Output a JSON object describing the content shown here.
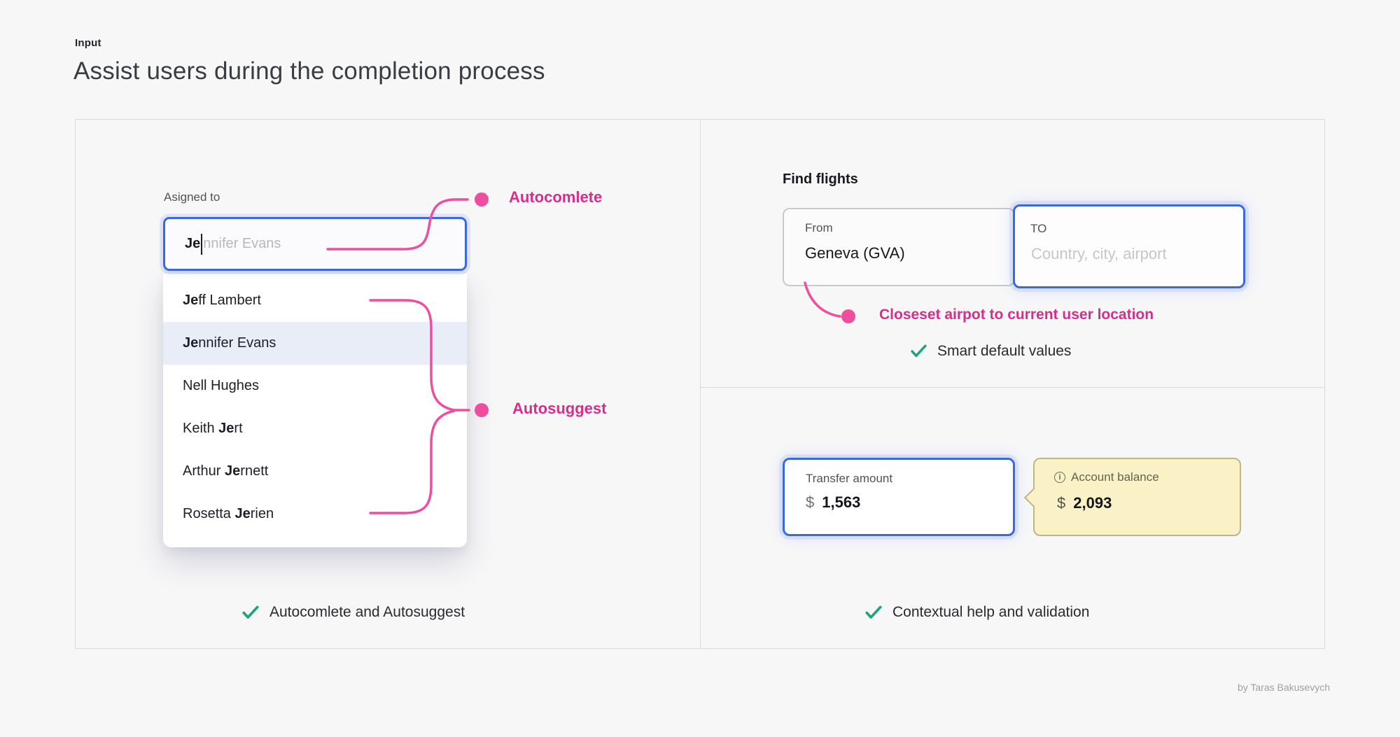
{
  "page": {
    "eyebrow": "Input",
    "title": "Assist users during the completion process",
    "credit": "by Taras Bakusevych"
  },
  "colors": {
    "accent_pink_line": "#EF4D9E",
    "accent_pink_text": "#D72E8D",
    "accent_blue": "#3B68DA",
    "check_teal": "#1EA47D",
    "tooltip_bg": "#FAF2C6",
    "tooltip_border": "#BCB689",
    "highlight_row_bg": "#E9EDF8"
  },
  "assignee": {
    "label": "Asigned to",
    "typed": "Je",
    "suggestion": "nnifer Evans",
    "annotation_autocomplete": "Autocomlete",
    "annotation_autosuggest": "Autosuggest",
    "dropdown": [
      {
        "pre": "",
        "bold": "Je",
        "post": "ff Lambert"
      },
      {
        "pre": "",
        "bold": "Je",
        "post": "nnifer Evans"
      },
      {
        "pre": "Nell Hughes",
        "bold": "",
        "post": ""
      },
      {
        "pre": "Keith ",
        "bold": "Je",
        "post": "rt"
      },
      {
        "pre": "Arthur ",
        "bold": "Je",
        "post": "rnett"
      },
      {
        "pre": "Rosetta ",
        "bold": "Je",
        "post": "rien"
      }
    ],
    "check_caption": "Autocomlete and Autosuggest"
  },
  "flights": {
    "heading": "Find flights",
    "from_label": "From",
    "from_value": "Geneva (GVA)",
    "to_label": "TO",
    "to_placeholder": "Country, city, airport",
    "annotation": "Closeset airpot to current user location",
    "check_caption": "Smart default values"
  },
  "transfer": {
    "amount_label": "Transfer amount",
    "currency": "$",
    "amount_value": "1,563",
    "balance_label": "Account balance",
    "balance_currency": "$",
    "balance_value": "2,093",
    "check_caption": "Contextual help and validation"
  }
}
